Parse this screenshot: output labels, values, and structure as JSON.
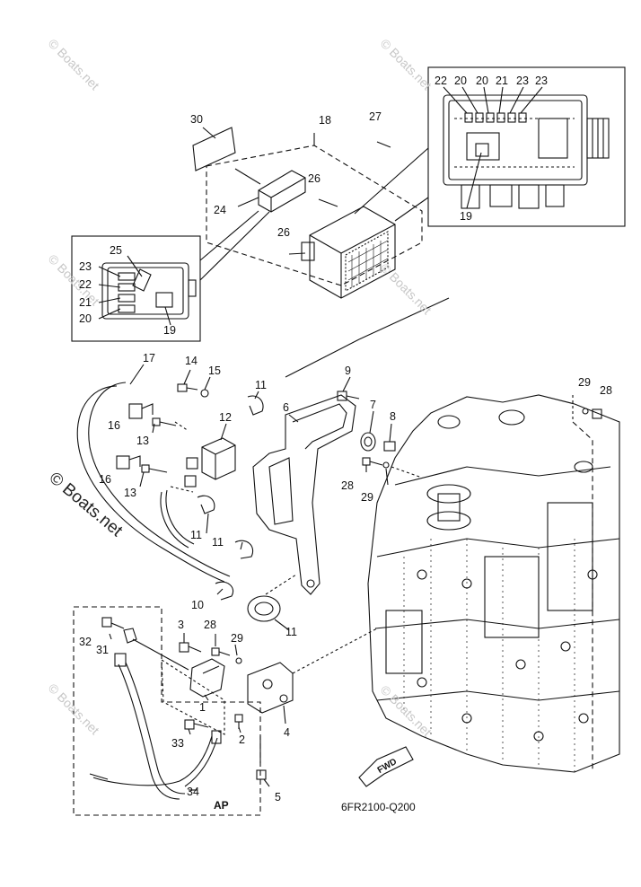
{
  "diagram": {
    "code": "6FR2100-Q200",
    "ap_label": "AP",
    "fwd_label": "FWD",
    "watermark": "© Boats.net",
    "callouts": {
      "c1": "1",
      "c2": "2",
      "c3": "3",
      "c4": "4",
      "c5": "5",
      "c6": "6",
      "c7": "7",
      "c8": "8",
      "c9": "9",
      "c10": "10",
      "c11a": "11",
      "c11b": "11",
      "c11c": "11",
      "c11d": "11",
      "c12": "12",
      "c13a": "13",
      "c13b": "13",
      "c14": "14",
      "c15": "15",
      "c16a": "16",
      "c16b": "16",
      "c17": "17",
      "c18": "18",
      "c19a": "19",
      "c19b": "19",
      "c20a": "20",
      "c20b": "20",
      "c20c": "20",
      "c21a": "21",
      "c21b": "21",
      "c22a": "22",
      "c22b": "22",
      "c23a": "23",
      "c23b": "23",
      "c23c": "23",
      "c24": "24",
      "c25": "25",
      "c26a": "26",
      "c26b": "26",
      "c27": "27",
      "c28a": "28",
      "c28b": "28",
      "c28c": "28",
      "c29a": "29",
      "c29b": "29",
      "c29c": "29",
      "c30": "30",
      "c31": "31",
      "c32": "32",
      "c33": "33",
      "c34": "34"
    }
  }
}
